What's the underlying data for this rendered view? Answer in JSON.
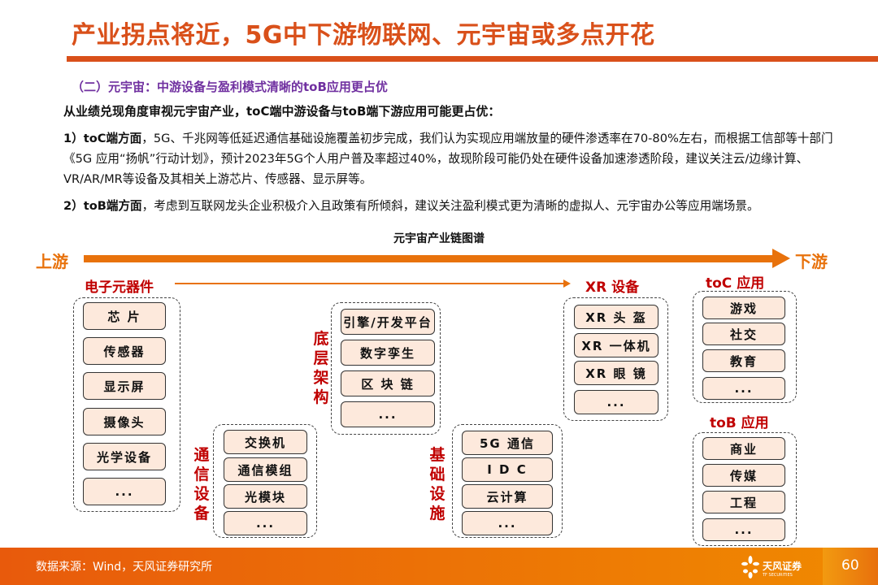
{
  "title": "产业拐点将近，5G中下游物联网、元宇宙或多点开花",
  "subheading": "（二）元宇宙：中游设备与盈利模式清晰的toB应用更占优",
  "intro": "从业绩兑现角度审视元宇宙产业，toC端中游设备与toB端下游应用可能更占优：",
  "para1": {
    "lead": "1）toC端方面",
    "text": "，5G、千兆网等低延迟通信基础设施覆盖初步完成，我们认为实现应用端放量的硬件渗透率在70-80%左右，而根据工信部等十部门《5G 应用“扬帆”行动计划》，预计2023年5G个人用户普及率超过40%，故现阶段可能仍处在硬件设备加速渗透阶段，建议关注云/边缘计算、VR/AR/MR等设备及其相关上游芯片、传感器、显示屏等。"
  },
  "para2": {
    "lead": "2）toB端方面",
    "text": "，考虑到互联网龙头企业积极介入且政策有所倾斜，建议关注盈利模式更为清晰的虚拟人、元宇宙办公等应用端场景。"
  },
  "diagram": {
    "title": "元宇宙产业链图谱",
    "upstream": "上游",
    "downstream": "下游",
    "groups": [
      {
        "label": "电子元器件",
        "items": [
          "芯 片",
          "传感器",
          "显示屏",
          "摄像头",
          "光学设备",
          "..."
        ]
      },
      {
        "label": "通信设备",
        "items": [
          "交换机",
          "通信模组",
          "光模块",
          "..."
        ]
      },
      {
        "label": "底层架构",
        "items": [
          "引擎/开发平台",
          "数字孪生",
          "区 块 链",
          "..."
        ]
      },
      {
        "label": "基础设施",
        "items": [
          "5G 通信",
          "I D C",
          "云计算",
          "..."
        ]
      },
      {
        "label": "XR 设备",
        "items": [
          "XR 头 盔",
          "XR 一体机",
          "XR 眼 镜",
          "..."
        ]
      },
      {
        "label": "toC 应用",
        "items": [
          "游戏",
          "社交",
          "教育",
          "..."
        ]
      },
      {
        "label": "toB 应用",
        "items": [
          "商业",
          "传媒",
          "工程",
          "..."
        ]
      }
    ]
  },
  "footer": {
    "source": "数据来源：Wind，天风证券研究所",
    "logo_text": "天风证券",
    "logo_sub": "TF SECURITIES",
    "page": "60"
  },
  "colors": {
    "title": "#d9501a",
    "accent": "#e8720c",
    "label": "#c00000",
    "sub": "#7030a0",
    "box": "#fde9dc"
  }
}
